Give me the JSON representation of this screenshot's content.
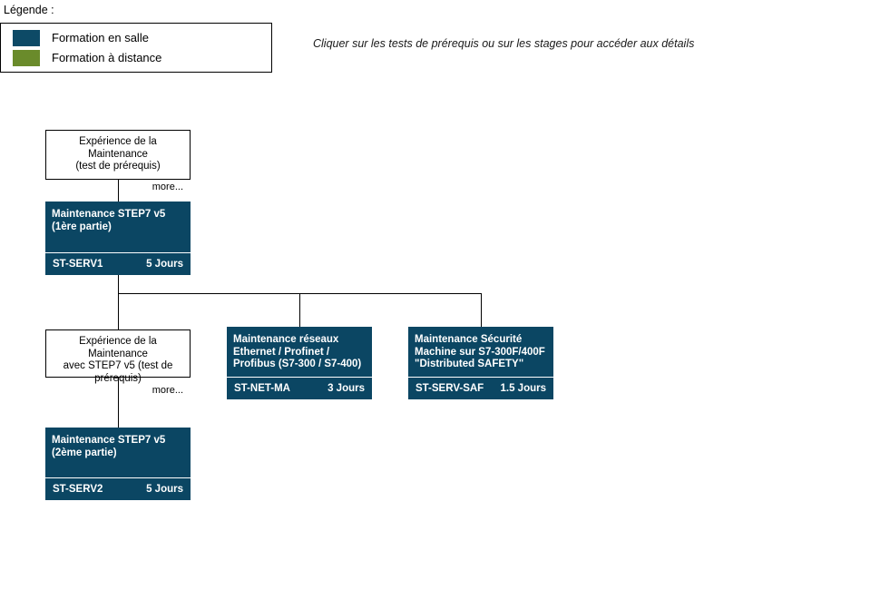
{
  "legend": {
    "title": "Légende :",
    "items": [
      {
        "label": "Formation en salle",
        "color": "#0d4a66",
        "kind": "classroom"
      },
      {
        "label": "Formation à distance",
        "color": "#6a8b2b",
        "kind": "distance"
      }
    ]
  },
  "hint": {
    "text": "Cliquer sur les tests de prérequis ou sur les stages pour accéder aux détails"
  },
  "colors": {
    "course_bg": "#0b4663",
    "course_foot_bg": "#0b4663",
    "course_text": "#ffffff",
    "line": "#000000",
    "classroom": "#0d4a66",
    "distance": "#6a8b2b"
  },
  "nodes": {
    "prereq1": {
      "title": "Expérience de la Maintenance (test de prérequis)",
      "line1": "Expérience de la Maintenance",
      "line2": "(test de prérequis)",
      "more": "more..."
    },
    "prereq2": {
      "title": "Expérience de la Maintenance avec STEP7 v5 (test de prérequis)",
      "line1": "Expérience de la Maintenance",
      "line2": "avec STEP7 v5 (test de",
      "line3": "prérequis)",
      "more": "more..."
    },
    "serv1": {
      "title": "Maintenance STEP7 v5 (1ère partie)",
      "code": "ST-SERV1",
      "duration": "5 Jours",
      "kind": "classroom"
    },
    "netma": {
      "title": "Maintenance réseaux Ethernet / Profinet / Profibus (S7-300 / S7-400)",
      "code": "ST-NET-MA",
      "duration": "3 Jours",
      "kind": "classroom"
    },
    "servsaf": {
      "title": "Maintenance Sécurité Machine sur S7-300F/400F \"Distributed SAFETY\"",
      "code": "ST-SERV-SAF",
      "duration": "1.5 Jours",
      "kind": "classroom"
    },
    "serv2": {
      "title": "Maintenance STEP7 v5 (2ème partie)",
      "code": "ST-SERV2",
      "duration": "5 Jours",
      "kind": "classroom"
    }
  }
}
